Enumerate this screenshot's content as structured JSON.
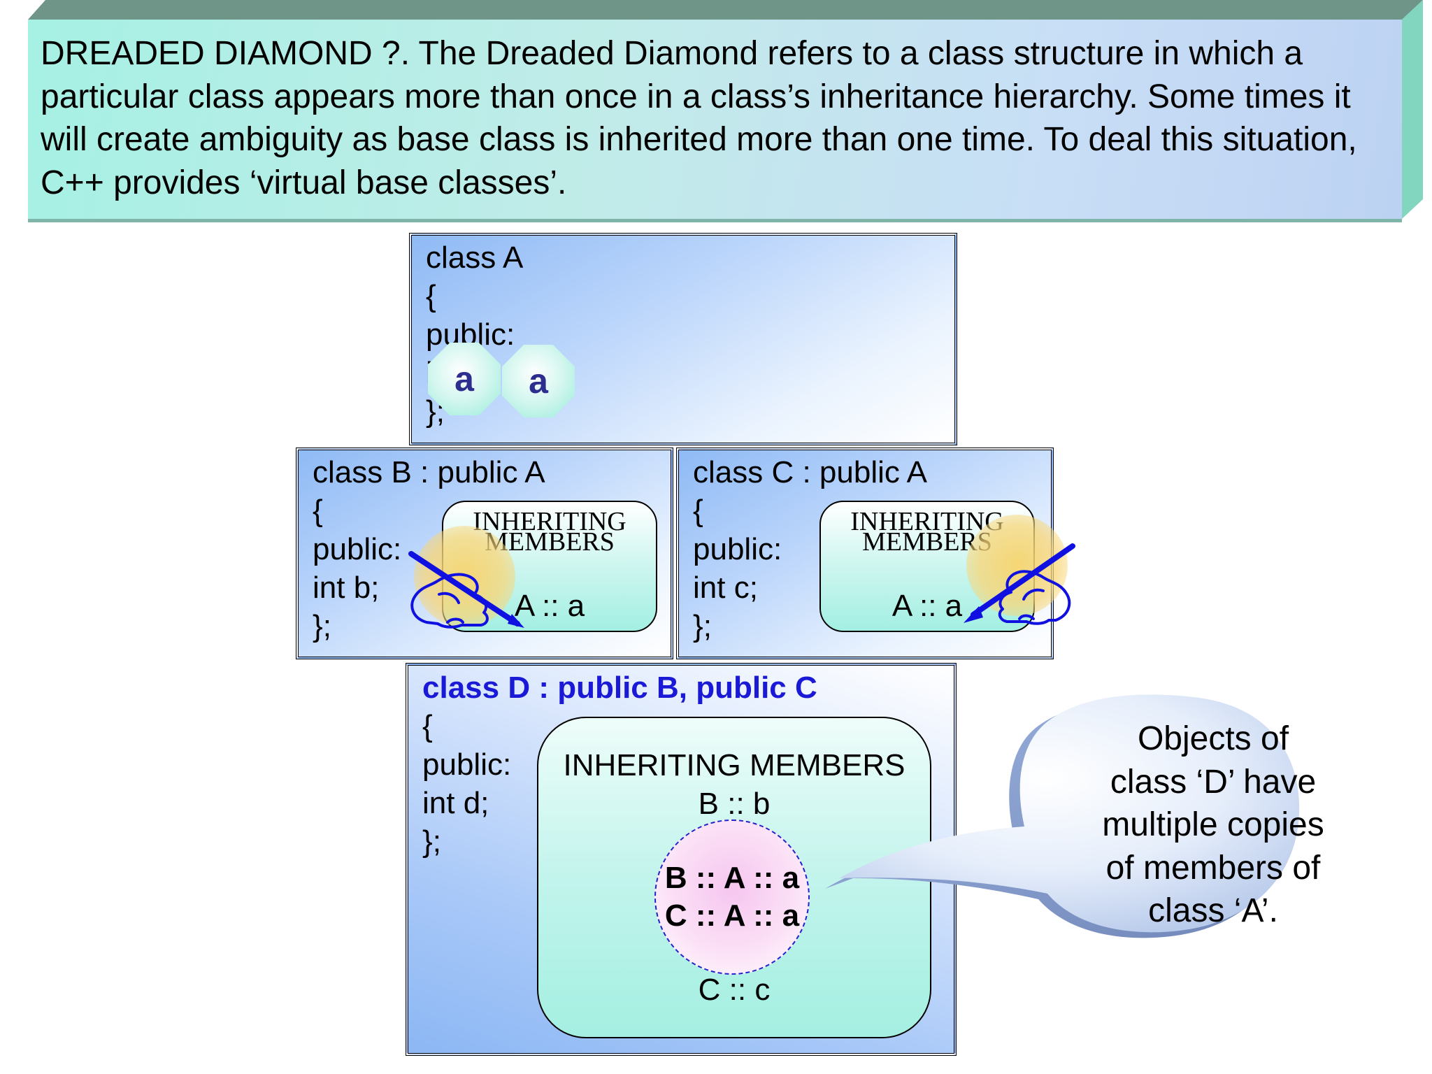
{
  "header": {
    "text": "DREADED DIAMOND ?. The Dreaded Diamond refers to a class structure in which a particular class appears more than once in a class’s inheritance hierarchy. Some times it will create ambiguity as base class is inherited more than one time. To deal this situation, C++ provides ‘virtual base classes’."
  },
  "class_a": {
    "lines": [
      "class A",
      "{",
      "public:",
      "i",
      "};"
    ],
    "chips": [
      "a",
      "a"
    ]
  },
  "class_b": {
    "lines": [
      "class B : public A",
      "{",
      "public:",
      "int b;",
      "};"
    ],
    "inherit_heading": [
      "INHERITING",
      "MEMBERS"
    ],
    "member": "A :: a"
  },
  "class_c": {
    "lines": [
      "class C : public A",
      "{",
      "public:",
      "int c;",
      "};"
    ],
    "inherit_heading": [
      "INHERITING",
      "MEMBERS"
    ],
    "member": "A :: a"
  },
  "class_d": {
    "title": "class D : public B, public C",
    "lines": [
      "{",
      "public:",
      "int d;",
      "};"
    ],
    "inherit_heading": "INHERITING MEMBERS",
    "member_b": "B :: b",
    "conflict": [
      "B :: A :: a",
      "C :: A :: a"
    ],
    "member_c": "C :: c"
  },
  "callout": {
    "lines": [
      "Objects of",
      "class ‘D’ have",
      "multiple copies",
      "of members of",
      "class ‘A’."
    ]
  },
  "colors": {
    "class_d_title": "#1a1ad6",
    "pencil": "#1010e0",
    "conflict_border": "#2222cc"
  }
}
